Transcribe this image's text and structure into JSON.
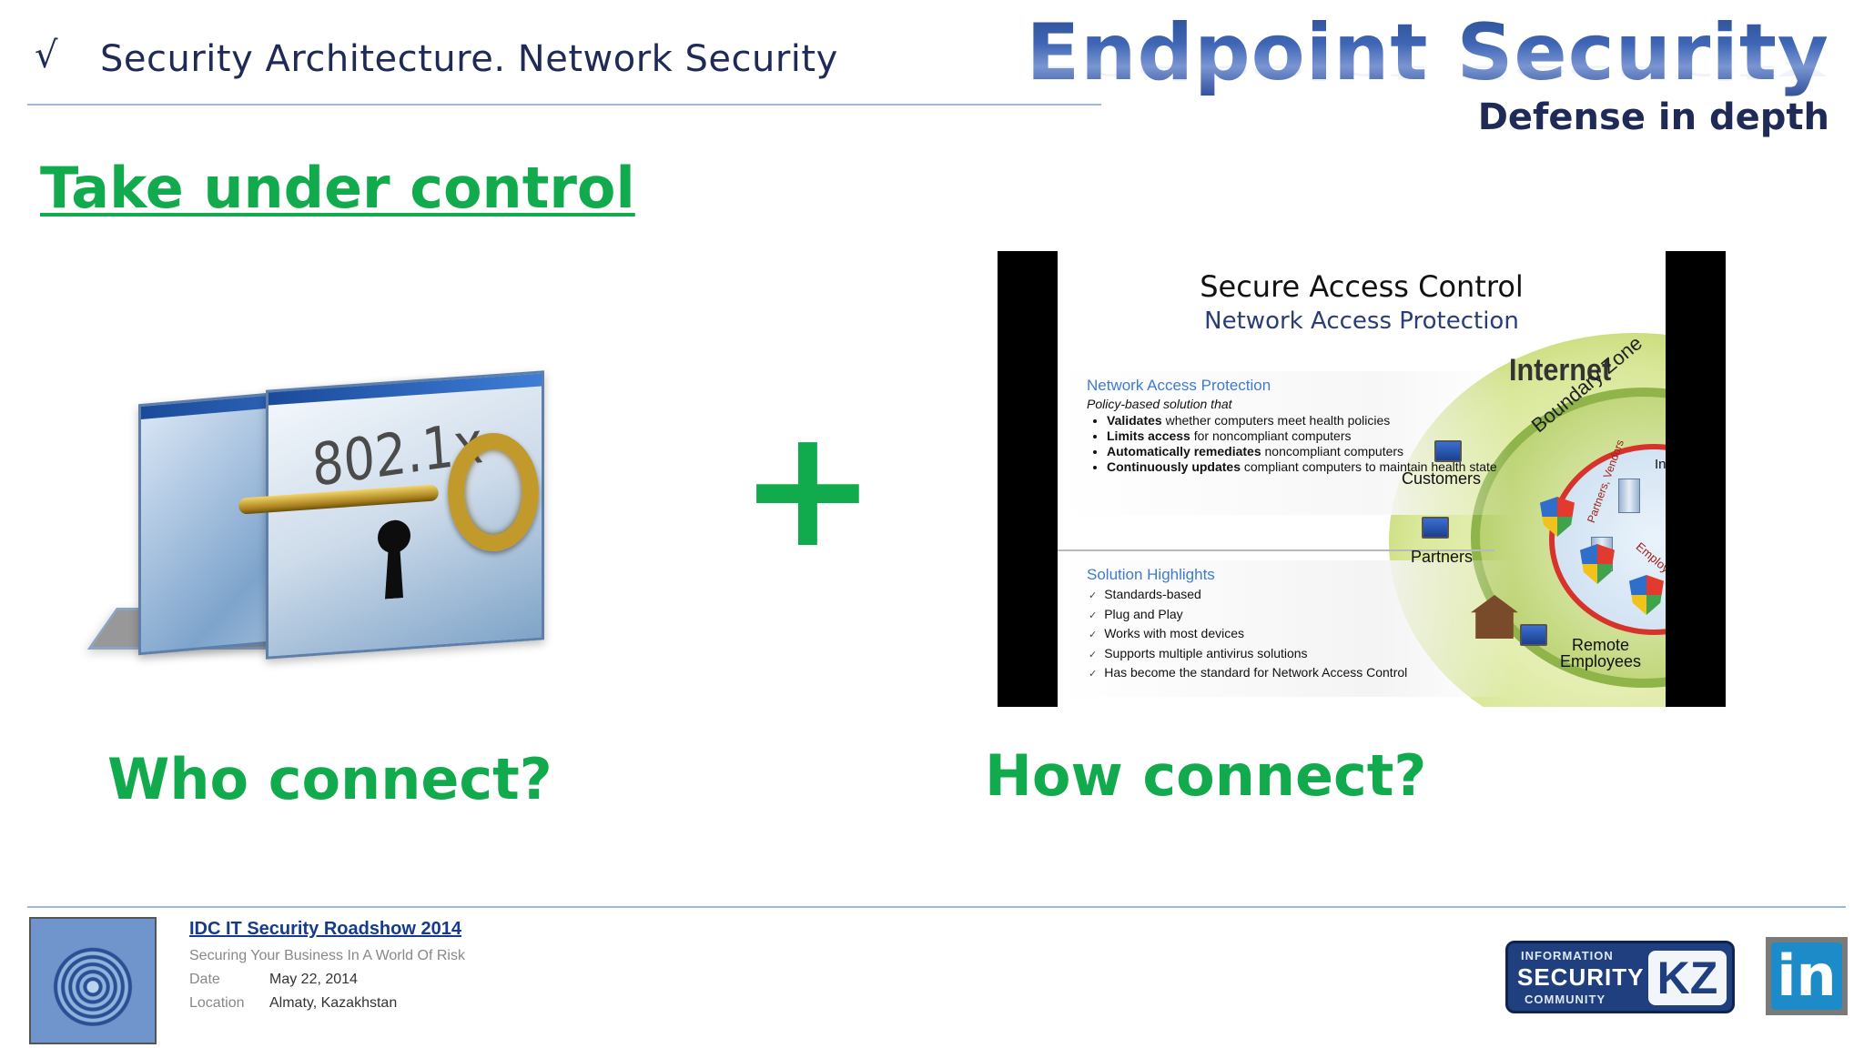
{
  "header": {
    "check_mark": "√",
    "section_title": "Security Architecture. Network Security",
    "brand_title": "Endpoint Security",
    "brand_subtitle": "Defense in depth"
  },
  "headline": "Take under control",
  "left_panel": {
    "image_text": "802.1x",
    "caption": "Who connect?"
  },
  "plus_sign": "+",
  "right_panel": {
    "caption": "How connect?",
    "title": "Secure Access Control",
    "subtitle": "Network Access Protection",
    "info": {
      "heading": "Network Access Protection",
      "intro": "Policy-based solution that",
      "items": [
        {
          "bold": "Validates",
          "text": " whether computers meet health policies"
        },
        {
          "bold": "Limits access",
          "text": " for noncompliant computers"
        },
        {
          "bold": "Automatically remediates",
          "text": " noncompliant computers"
        },
        {
          "bold": "Continuously updates",
          "text": " compliant computers to maintain health state"
        }
      ]
    },
    "highlights": {
      "heading": "Solution Highlights",
      "items": [
        "Standards-based",
        "Plug and Play",
        "Works with most devices",
        "Supports multiple antivirus solutions",
        "Has become the standard for Network Access Control"
      ]
    },
    "zones": {
      "internet": "Internet",
      "boundary": "Boundary Zone",
      "intranet": "Intranet",
      "customers": "Customers",
      "partners": "Partners",
      "remote_line1": "Remote",
      "remote_line2": "Employees",
      "ring_employees": "Employees",
      "ring_partners": "Partners, Vendors"
    }
  },
  "footer": {
    "event_title": "IDC IT Security Roadshow 2014",
    "event_subtitle": "Securing Your Business In A World Of Risk",
    "date_label": "Date",
    "date_value": "May 22, 2014",
    "location_label": "Location",
    "location_value": "Almaty, Kazakhstan",
    "logo_line1": "INFORMATION",
    "logo_line2": "SECURITY",
    "logo_line3": "COMMUNITY",
    "logo_kz": "KZ",
    "linkedin_text": "in"
  },
  "colors": {
    "accent_green": "#11ab4d",
    "navy": "#1f2a56",
    "rule": "#9cbad6"
  }
}
